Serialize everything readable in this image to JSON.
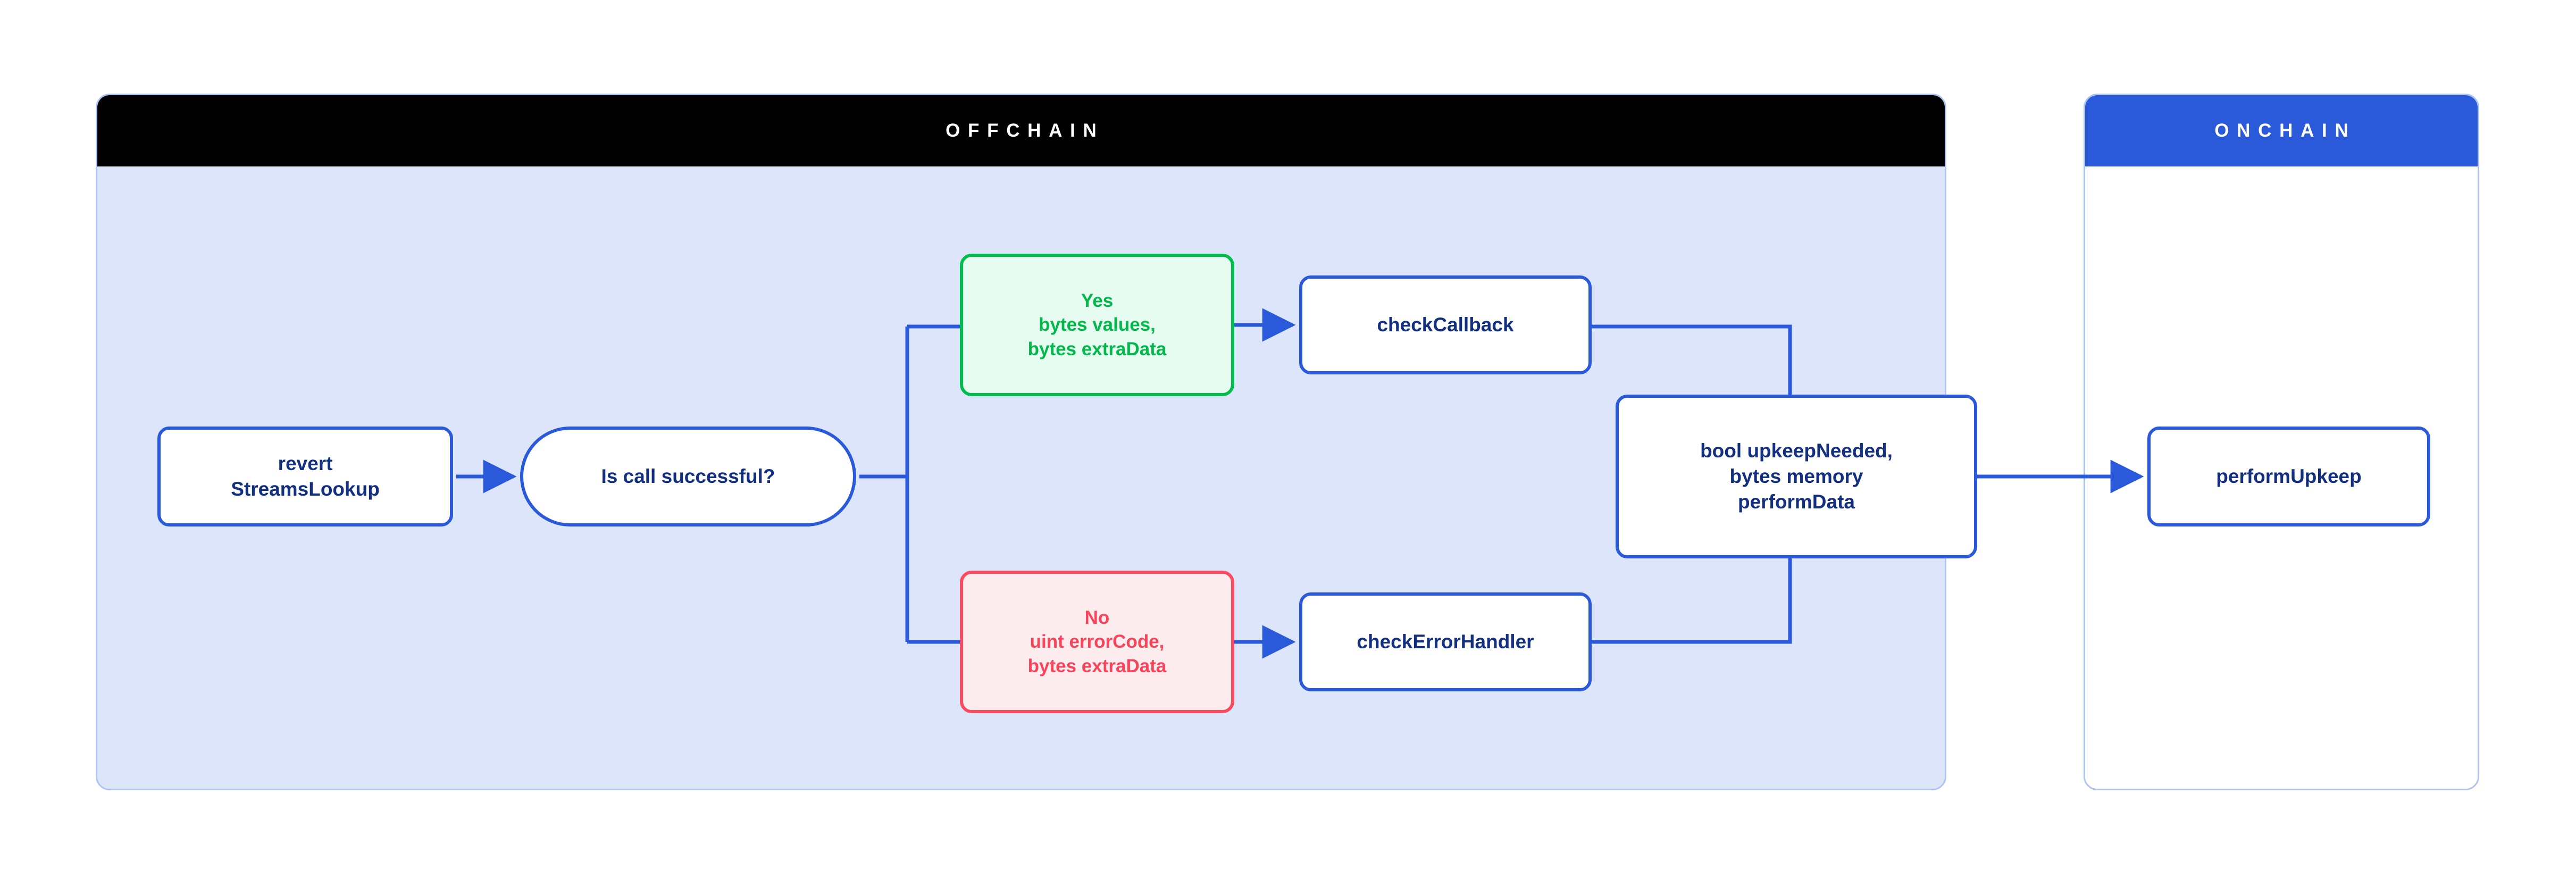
{
  "diagram": {
    "title_offchain": "OFFCHAIN",
    "title_onchain": "ONCHAIN",
    "colors": {
      "offchain_header_bg": "#000000",
      "offchain_body_bg": "#dce5f9",
      "onchain_header_bg": "#2a5ada",
      "onchain_body_bg": "#ffffff",
      "panel_border": "#aec4f2",
      "node_border_blue": "#2a5ada",
      "node_text_navy": "#12307f",
      "success_green": "#00bd4e",
      "success_green_bg": "#e7fcf0",
      "error_red": "#f94a5f",
      "error_red_bg": "#fdecee",
      "connector_blue": "#2a5ada"
    },
    "panels": [
      {
        "id": "offchain",
        "label": "OFFCHAIN"
      },
      {
        "id": "onchain",
        "label": "ONCHAIN"
      }
    ],
    "nodes": {
      "revert": {
        "label": "revert\nStreamsLookup",
        "shape": "rounded-rect",
        "panel": "offchain"
      },
      "decision": {
        "label": "Is call successful?",
        "shape": "pill",
        "panel": "offchain"
      },
      "yes": {
        "label": "Yes\nbytes values,\nbytes extraData",
        "shape": "rounded-rect",
        "panel": "offchain",
        "state": "success"
      },
      "no": {
        "label": "No\nuint errorCode,\nbytes extraData",
        "shape": "rounded-rect",
        "panel": "offchain",
        "state": "error"
      },
      "check_callback": {
        "label": "checkCallback",
        "shape": "rounded-rect",
        "panel": "offchain"
      },
      "check_error_handler": {
        "label": "checkErrorHandler",
        "shape": "rounded-rect",
        "panel": "offchain"
      },
      "merge": {
        "label": "bool upkeepNeeded,\nbytes memory\nperformData",
        "shape": "rounded-rect",
        "panel": "offchain"
      },
      "perform_upkeep": {
        "label": "performUpkeep",
        "shape": "rounded-rect",
        "panel": "onchain"
      }
    },
    "edges": [
      {
        "from": "revert",
        "to": "decision",
        "arrow": true
      },
      {
        "from": "decision",
        "to": "yes",
        "arrow": false,
        "branch": "Yes"
      },
      {
        "from": "decision",
        "to": "no",
        "arrow": false,
        "branch": "No"
      },
      {
        "from": "yes",
        "to": "check_callback",
        "arrow": true
      },
      {
        "from": "no",
        "to": "check_error_handler",
        "arrow": true
      },
      {
        "from": "check_callback",
        "to": "merge",
        "arrow": false
      },
      {
        "from": "check_error_handler",
        "to": "merge",
        "arrow": false
      },
      {
        "from": "merge",
        "to": "perform_upkeep",
        "arrow": true
      }
    ]
  }
}
